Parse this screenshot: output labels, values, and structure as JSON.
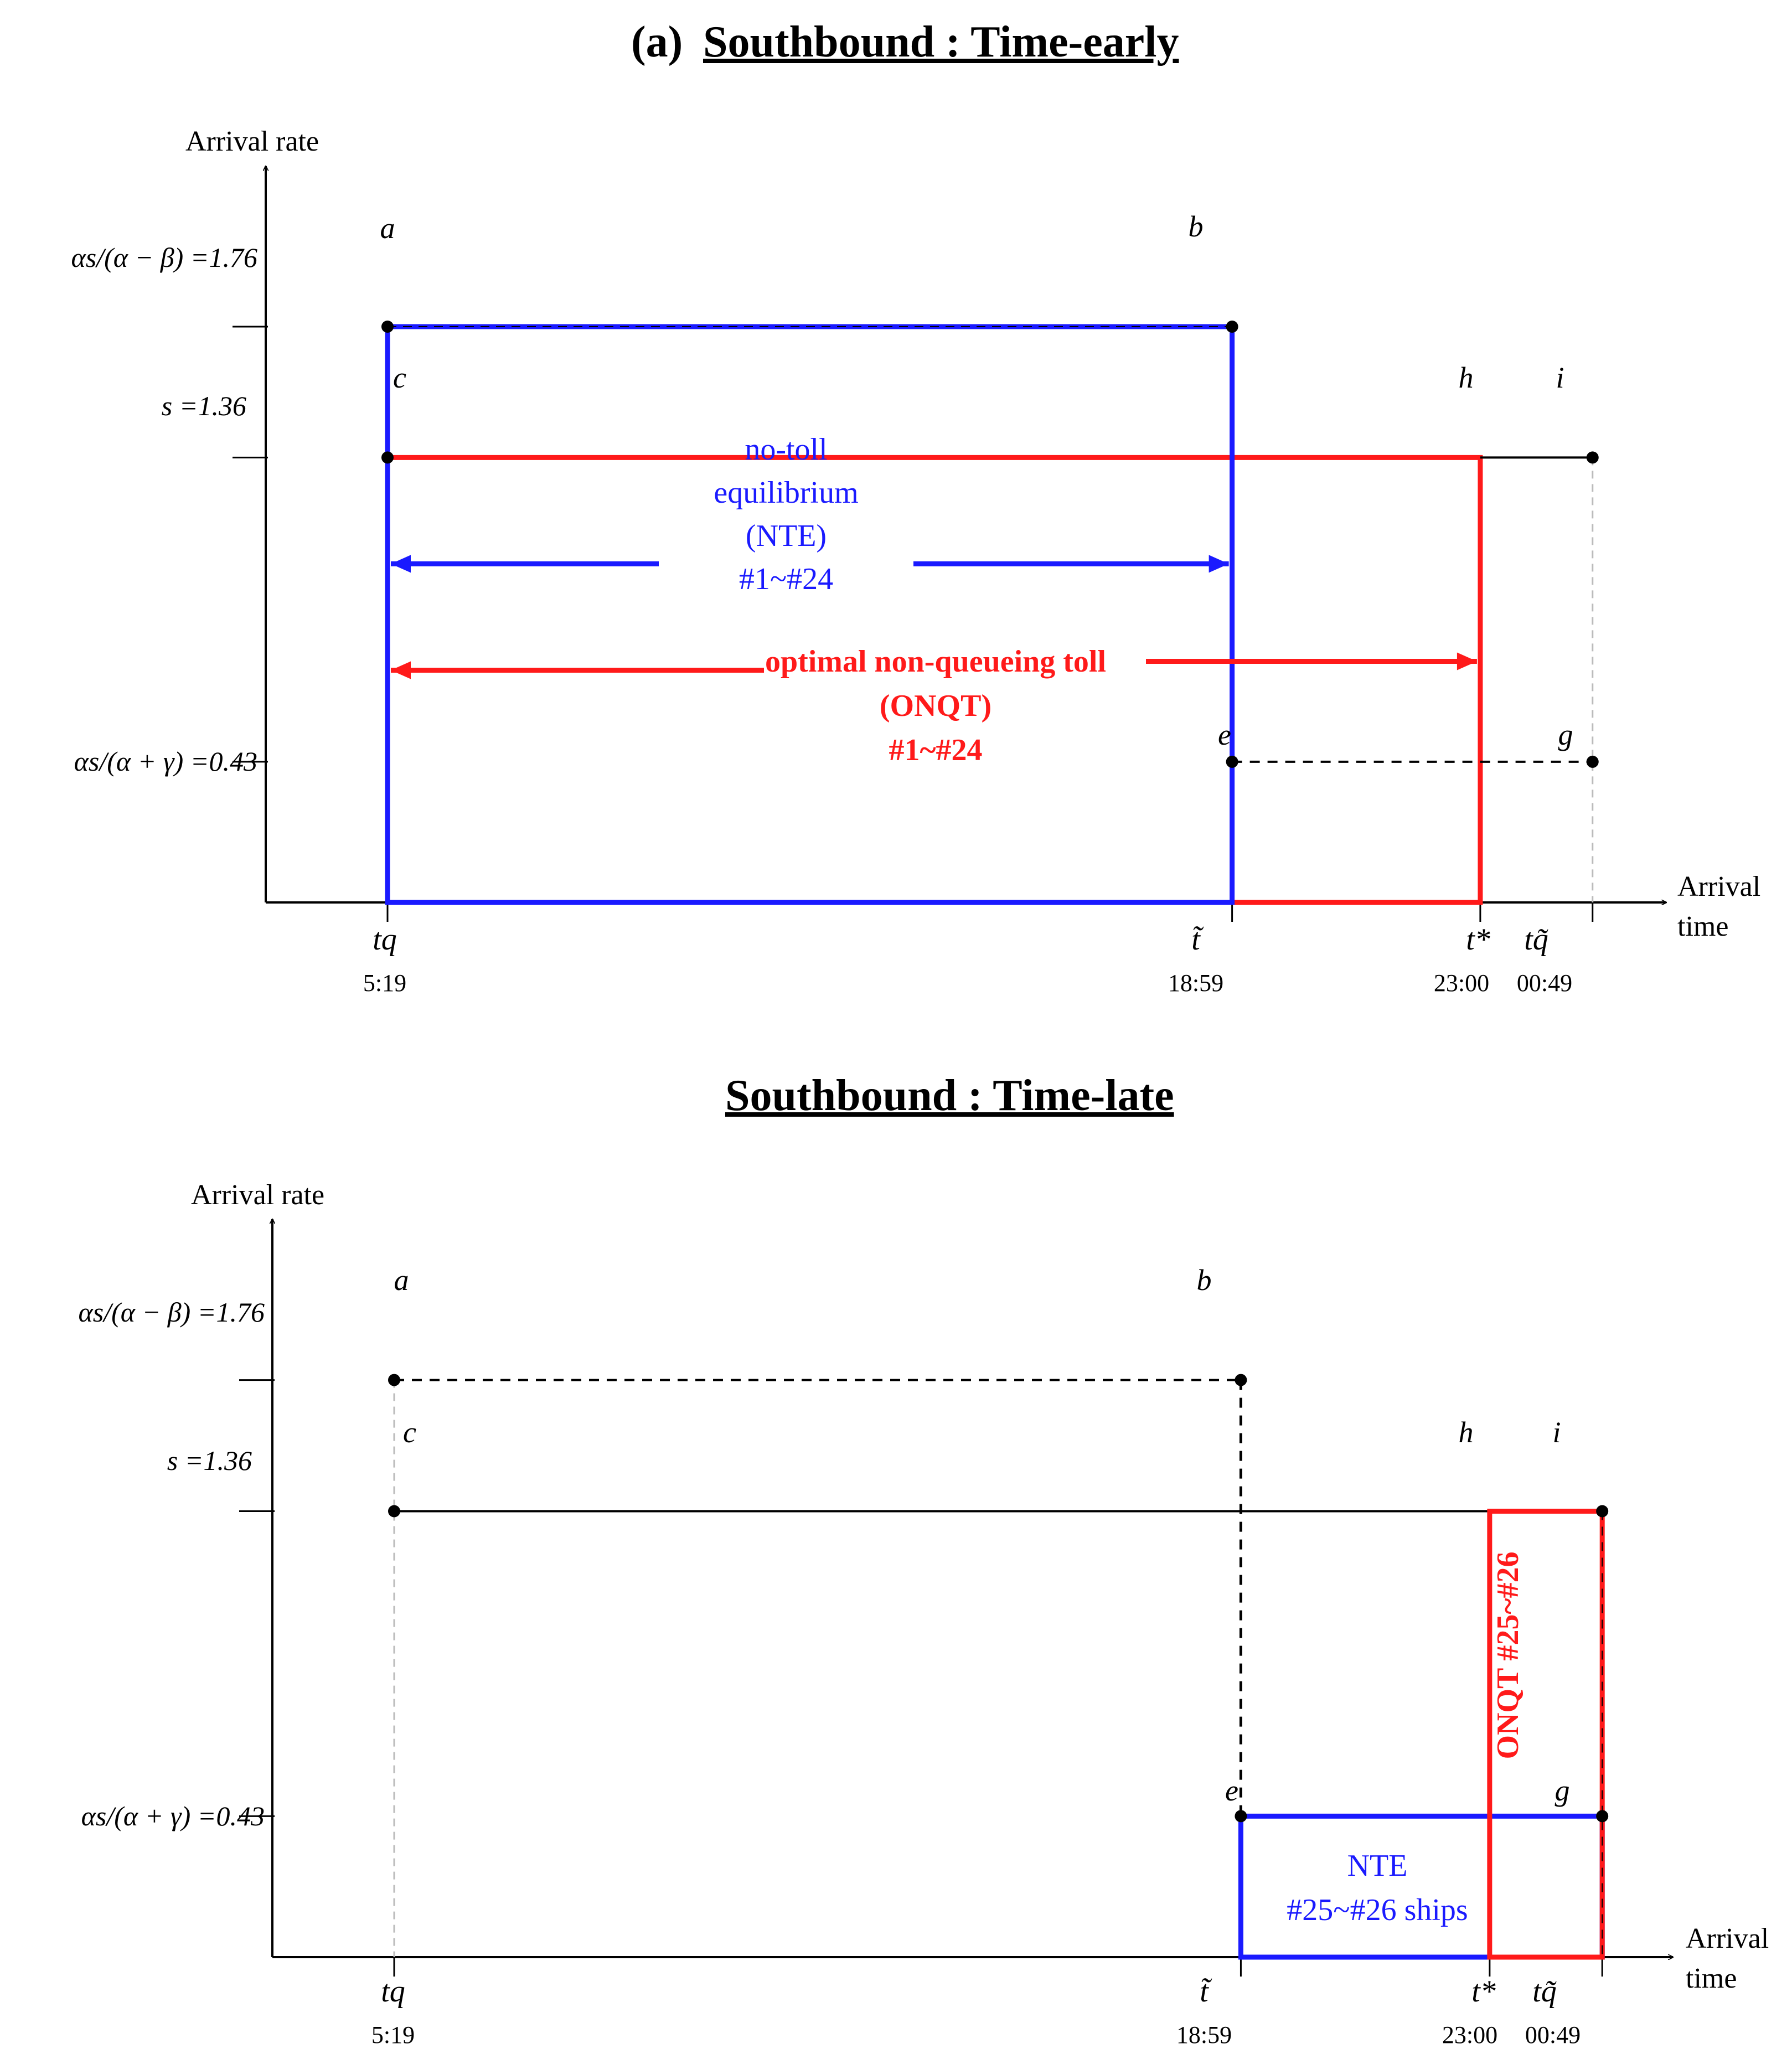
{
  "colors": {
    "nte": "#1a1aff",
    "onqt": "#ff1a1a",
    "neutral": "#000000",
    "guide": "#bbbbbb"
  },
  "y_levels": {
    "rate_high": 1.76,
    "rate_s": 1.36,
    "rate_low": 0.43,
    "max": 2.2
  },
  "x_times": {
    "t_q": 0,
    "t_tilde": 13.667,
    "t_star": 17.683,
    "t_q_tilde": 19.5,
    "max": 21.5
  },
  "panel_top": {
    "title_prefix": "(a)",
    "title": "Southbound : Time-early",
    "y_axis_title": "Arrival rate",
    "x_axis_title": [
      "Arrival",
      "time"
    ],
    "y_tick_labels": [
      "αs/(α − β) =1.76",
      "s  =1.36",
      "αs/(α + γ) =0.43"
    ],
    "x_symbols": [
      "tq",
      "t̃",
      "t*",
      "tq̃"
    ],
    "x_times": [
      "5:19",
      "18:59",
      "23:00",
      "00:49"
    ],
    "points": [
      "a",
      "b",
      "c",
      "h",
      "i",
      "e",
      "g"
    ],
    "nte_label": [
      "no-toll",
      "equilibrium",
      "(NTE)",
      "#1~#24"
    ],
    "onqt_label": [
      "optimal non-queueing toll",
      "(ONQT)",
      "#1~#24"
    ]
  },
  "panel_bottom": {
    "title": "Southbound : Time-late",
    "y_axis_title": "Arrival rate",
    "x_axis_title": [
      "Arrival",
      "time"
    ],
    "y_tick_labels": [
      "αs/(α − β) =1.76",
      "s  =1.36",
      "αs/(α + γ) =0.43"
    ],
    "x_symbols": [
      "tq",
      "t̃",
      "t*",
      "tq̃"
    ],
    "x_times": [
      "5:19",
      "18:59",
      "23:00",
      "00:49"
    ],
    "points": [
      "a",
      "b",
      "c",
      "h",
      "i",
      "e",
      "g"
    ],
    "nte_label": [
      "NTE",
      "#25~#26 ships"
    ],
    "onqt_label": "ONQT #25~#26"
  }
}
